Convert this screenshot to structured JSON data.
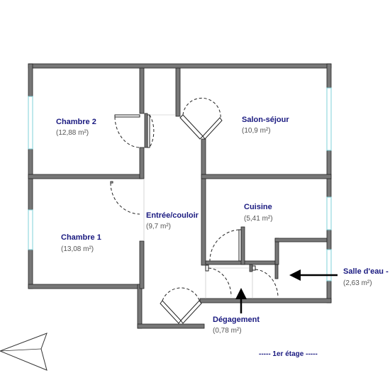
{
  "rooms": {
    "chambre2": {
      "name": "Chambre 2",
      "area": "(12,88 m²)"
    },
    "chambre1": {
      "name": "Chambre 1",
      "area": "(13,08 m²)"
    },
    "entree": {
      "name": "Entrée/couloir",
      "area": "(9,7 m²)"
    },
    "salon": {
      "name": "Salon-séjour",
      "area": "(10,9 m²)"
    },
    "cuisine": {
      "name": "Cuisine",
      "area": "(5,41 m²)"
    },
    "sdb": {
      "name": "Salle d'eau -",
      "area": "(2,63 m²)"
    },
    "degagement": {
      "name": "Dégagement",
      "area": "(0,78 m²)"
    }
  },
  "floor_label": "-----  1er étage  -----",
  "colors": {
    "wall": "#777777",
    "label": "#1a1a80",
    "area": "#555555",
    "window": "#7fd0d8"
  },
  "icons": {
    "orientation": "compass-arrow-icon",
    "pointer": "arrow-icon"
  }
}
